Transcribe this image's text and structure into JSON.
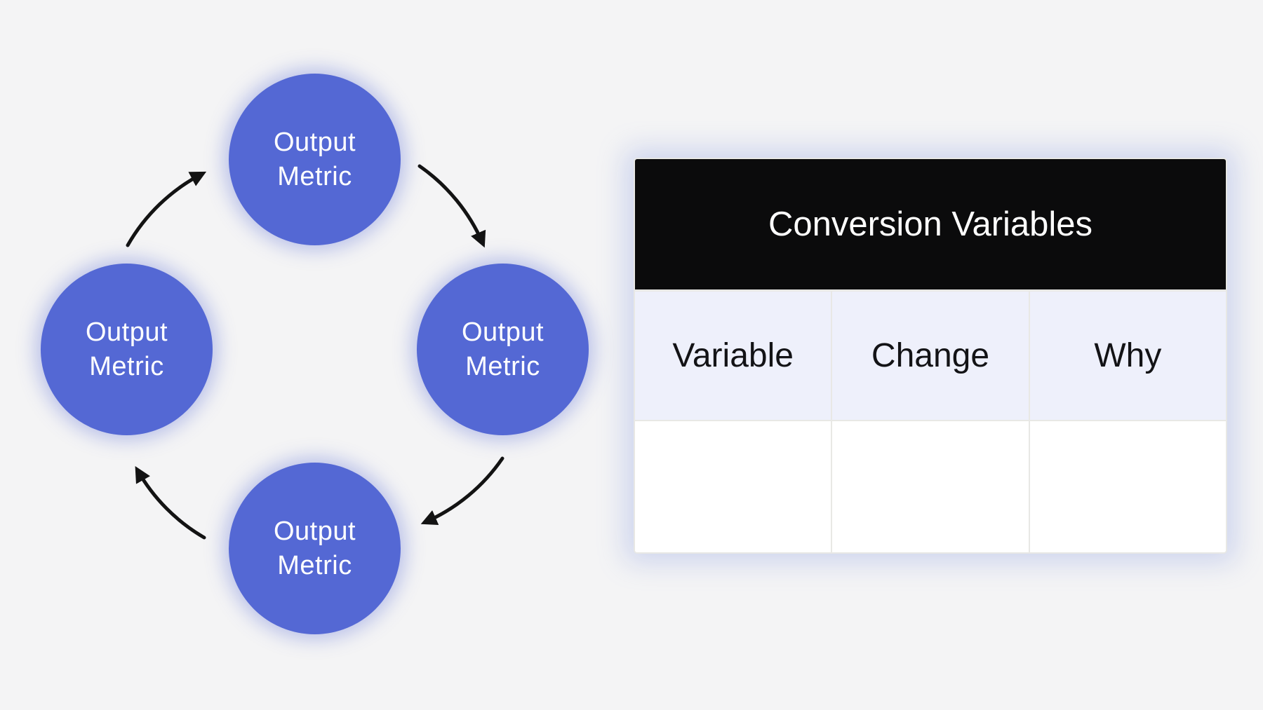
{
  "theme": {
    "page_bg": "#f4f4f5",
    "node_fill": "#5468d4",
    "node_text": "#ffffff",
    "arrow_color": "#131313",
    "table_header_bg": "#0b0b0c",
    "table_header_text": "#ffffff",
    "table_subheader_bg": "#eef0fb",
    "table_body_bg": "#ffffff",
    "table_border": "#e8e8e5"
  },
  "cycle_diagram": {
    "nodes": [
      {
        "position": "top",
        "lines": [
          "Output",
          "Metric"
        ]
      },
      {
        "position": "right",
        "lines": [
          "Output",
          "Metric"
        ]
      },
      {
        "position": "bottom",
        "lines": [
          "Output",
          "Metric"
        ]
      },
      {
        "position": "left",
        "lines": [
          "Output",
          "Metric"
        ]
      }
    ],
    "arrows": [
      {
        "from": "left",
        "to": "top"
      },
      {
        "from": "top",
        "to": "right"
      },
      {
        "from": "right",
        "to": "bottom"
      },
      {
        "from": "bottom",
        "to": "left"
      }
    ]
  },
  "table": {
    "title": "Conversion Variables",
    "columns": [
      "Variable",
      "Change",
      "Why"
    ],
    "rows": [
      {
        "variable": "",
        "change": "",
        "why": ""
      }
    ]
  }
}
